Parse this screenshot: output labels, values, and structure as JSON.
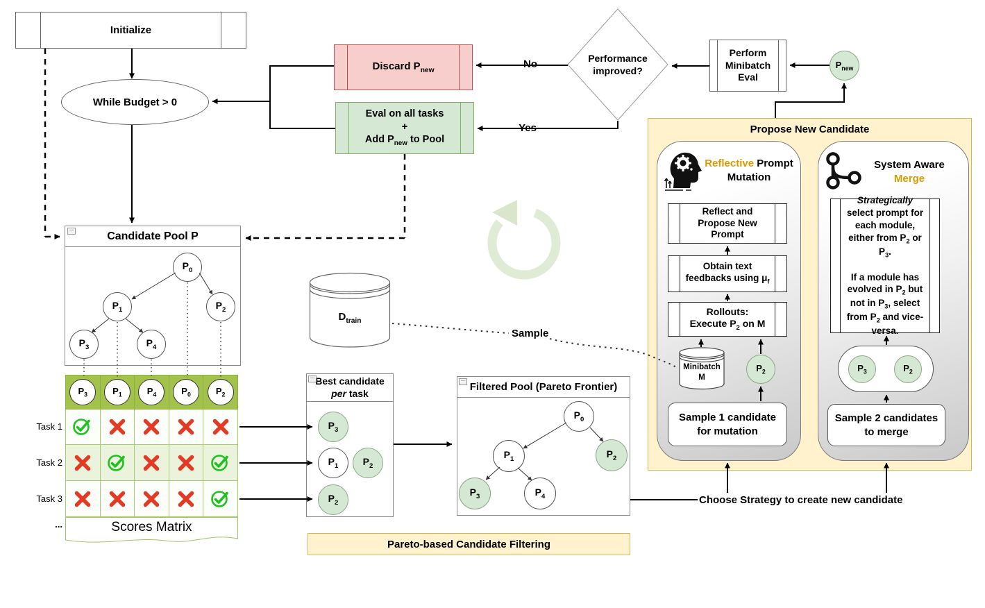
{
  "colors": {
    "accent_orange": "#D79B00",
    "red_fill": "#F8CECC",
    "red_border": "#B85450",
    "green_fill": "#D5E8D4",
    "green_border": "#82B366",
    "yellow_fill": "#FFF2CC",
    "yellow_border": "#D6B656",
    "matrix_header_green": "#A3C24C",
    "pass_green": "#1EC11E",
    "fail_red": "#E23B25"
  },
  "flow": {
    "initialize": "Initialize",
    "while_budget": "While Budget > 0",
    "discard": {
      "pre": "Discard P",
      "sub": "new"
    },
    "eval": {
      "line1": "Eval on all tasks",
      "line2": "+",
      "line3_pre": "Add P",
      "line3_sub": "new",
      "line3_post": " to Pool"
    },
    "no": "No",
    "yes": "Yes",
    "diamond": {
      "line1": "Performance",
      "line2": "improved?"
    },
    "minibatch_eval": {
      "line1": "Perform",
      "line2": "Minibatch",
      "line3": "Eval"
    },
    "p_new": {
      "base": "P",
      "sub": "new"
    }
  },
  "pool": {
    "title": "Candidate Pool P",
    "nodes": [
      {
        "base": "P",
        "sub": "0"
      },
      {
        "base": "P",
        "sub": "1"
      },
      {
        "base": "P",
        "sub": "2"
      },
      {
        "base": "P",
        "sub": "3"
      },
      {
        "base": "P",
        "sub": "4"
      }
    ]
  },
  "matrix": {
    "header": [
      {
        "base": "P",
        "sub": "3"
      },
      {
        "base": "P",
        "sub": "1"
      },
      {
        "base": "P",
        "sub": "4"
      },
      {
        "base": "P",
        "sub": "0"
      },
      {
        "base": "P",
        "sub": "2"
      }
    ],
    "rows": [
      {
        "label": "Task 1",
        "cells": [
          "pass",
          "fail",
          "fail",
          "fail",
          "fail"
        ]
      },
      {
        "label": "Task 2",
        "cells": [
          "fail",
          "pass",
          "fail",
          "fail",
          "pass"
        ]
      },
      {
        "label": "Task 3",
        "cells": [
          "fail",
          "fail",
          "fail",
          "fail",
          "pass"
        ]
      }
    ],
    "ellipsis": "...",
    "caption": "Scores Matrix"
  },
  "best": {
    "title_line1": "Best candidate",
    "title_em": "per",
    "title_rest": " task",
    "circles": [
      {
        "base": "P",
        "sub": "3"
      },
      {
        "base": "P",
        "sub": "1"
      },
      {
        "base": "P",
        "sub": "2"
      },
      {
        "base": "P",
        "sub": "2"
      }
    ]
  },
  "filtered": {
    "title": "Filtered Pool (Pareto Frontier)",
    "nodes": [
      {
        "base": "P",
        "sub": "0"
      },
      {
        "base": "P",
        "sub": "1"
      },
      {
        "base": "P",
        "sub": "2"
      },
      {
        "base": "P",
        "sub": "3"
      },
      {
        "base": "P",
        "sub": "4"
      }
    ]
  },
  "dtrain": {
    "base": "D",
    "sub": "train"
  },
  "sample_label": "Sample",
  "propose": {
    "title": "Propose New Candidate",
    "mutation": {
      "title_accent": "Reflective",
      "title_rest": " Prompt",
      "title_line2": "Mutation",
      "reflect": {
        "l1": "Reflect and",
        "l2": "Propose New",
        "l3": "Prompt"
      },
      "feedback": {
        "l1": "Obtain text",
        "l2_pre": "feedbacks using μ",
        "l2_sub": "f"
      },
      "rollouts": {
        "l1": "Rollouts:",
        "l2_pre": "Execute P",
        "l2_sub": "2",
        "l2_post": " on M"
      },
      "minibatch": {
        "l1": "Minibatch",
        "l2": "M"
      },
      "p2": {
        "base": "P",
        "sub": "2"
      },
      "sample": {
        "l1": "Sample 1 candidate",
        "l2": "for mutation"
      }
    },
    "merge": {
      "title_line1": "System Aware",
      "title_accent": "Merge",
      "strategy": {
        "s1_italic": "Strategically",
        "s2": " select prompt for each module, either from P",
        "s3_sub": "2",
        "s4": " or P",
        "s5_sub": "3",
        "s6": ".",
        "s7": "If a module has evolved in P",
        "s8_sub": "2",
        "s9": " but not in P",
        "s10_sub": "3",
        "s11": ", select from P",
        "s12_sub": "2",
        "s13": " and vice-versa."
      },
      "pill": [
        {
          "base": "P",
          "sub": "3"
        },
        {
          "base": "P",
          "sub": "2"
        }
      ],
      "sample": {
        "l1": "Sample 2 candidates",
        "l2": "to merge"
      }
    }
  },
  "choose_strategy": "Choose Strategy to create new candidate",
  "pareto_banner": "Pareto-based Candidate Filtering"
}
